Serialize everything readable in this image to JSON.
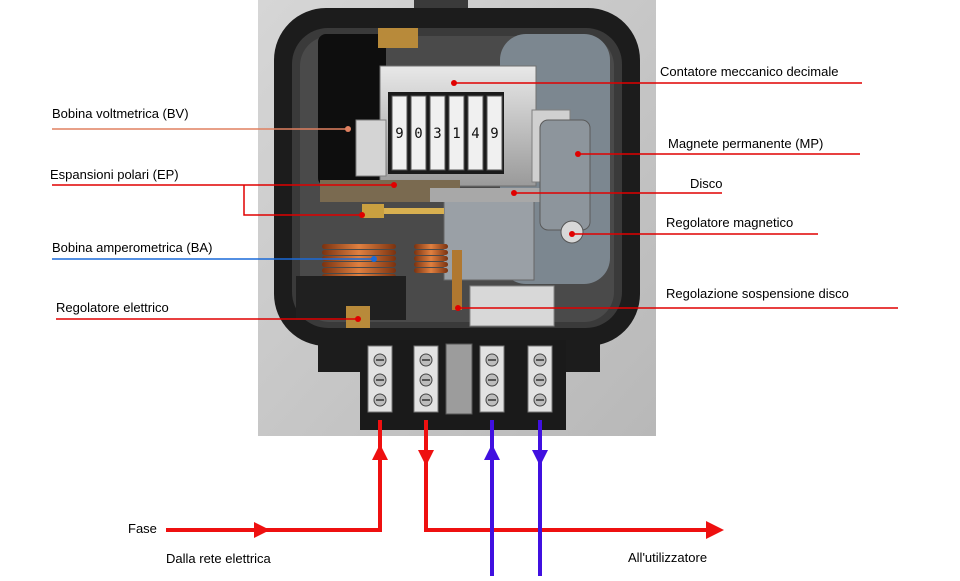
{
  "labels": {
    "bv": "Bobina voltmetrica (BV)",
    "ep": "Espansioni polari (EP)",
    "ba": "Bobina amperometrica (BA)",
    "re": "Regolatore elettrico",
    "cmd": "Contatore meccanico decimale",
    "mp": "Magnete permanente (MP)",
    "disco": "Disco",
    "rm": "Regolatore magnetico",
    "rsd": "Regolazione sospensione disco",
    "fase": "Fase",
    "rete": "Dalla rete elettrica",
    "utilizzatore": "All'utilizzatore"
  },
  "counter_digits": [
    "9",
    "0",
    "3",
    "1",
    "4",
    "9"
  ],
  "colors": {
    "callout_red": "#e00000",
    "callout_orange": "#e08060",
    "callout_blue": "#1a6ad8",
    "phase_red": "#ee1010",
    "neutral_blue": "#4010e0",
    "housing": "#1c1c1c",
    "backplate": "#c8c8c8",
    "copper": "#c0602a"
  },
  "icons": {
    "copper_coil": "copper-coil-icon",
    "arrow": "arrow-head-icon"
  }
}
